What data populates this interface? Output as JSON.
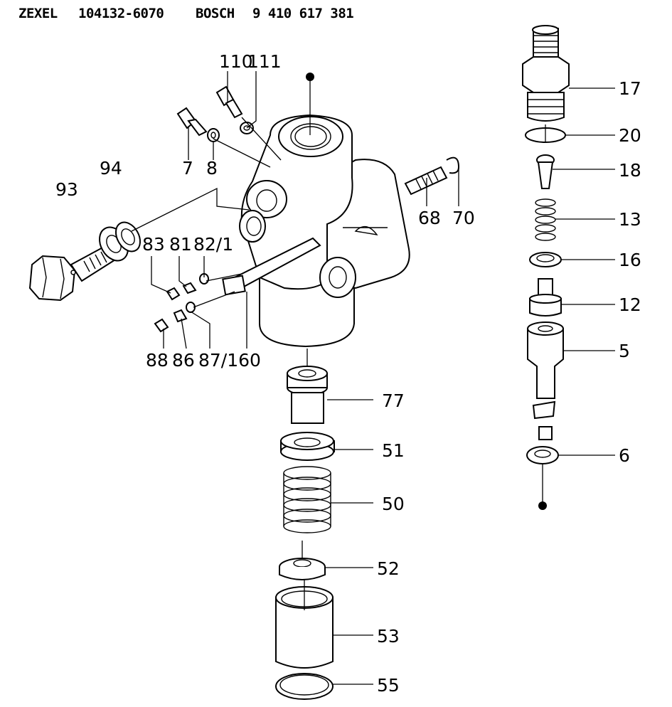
{
  "header": {
    "brand": "ZEXEL",
    "zexel_no": "104132-6070",
    "oem": "BOSCH",
    "bosch_no": "9 410 617 381"
  },
  "labels": {
    "p110": "110",
    "p111": "111",
    "p7": "7",
    "p8": "8",
    "p94": "94",
    "p93": "93",
    "p83": "83",
    "p81": "81",
    "p82": "82/1",
    "p88": "88",
    "p86": "86",
    "p87": "87/160",
    "p68": "68",
    "p70": "70",
    "p77": "77",
    "p51": "51",
    "p50": "50",
    "p52": "52",
    "p53": "53",
    "p55": "55",
    "p17": "17",
    "p20": "20",
    "p18": "18",
    "p13": "13",
    "p16": "16",
    "p12": "12",
    "p5": "5",
    "p6": "6"
  }
}
